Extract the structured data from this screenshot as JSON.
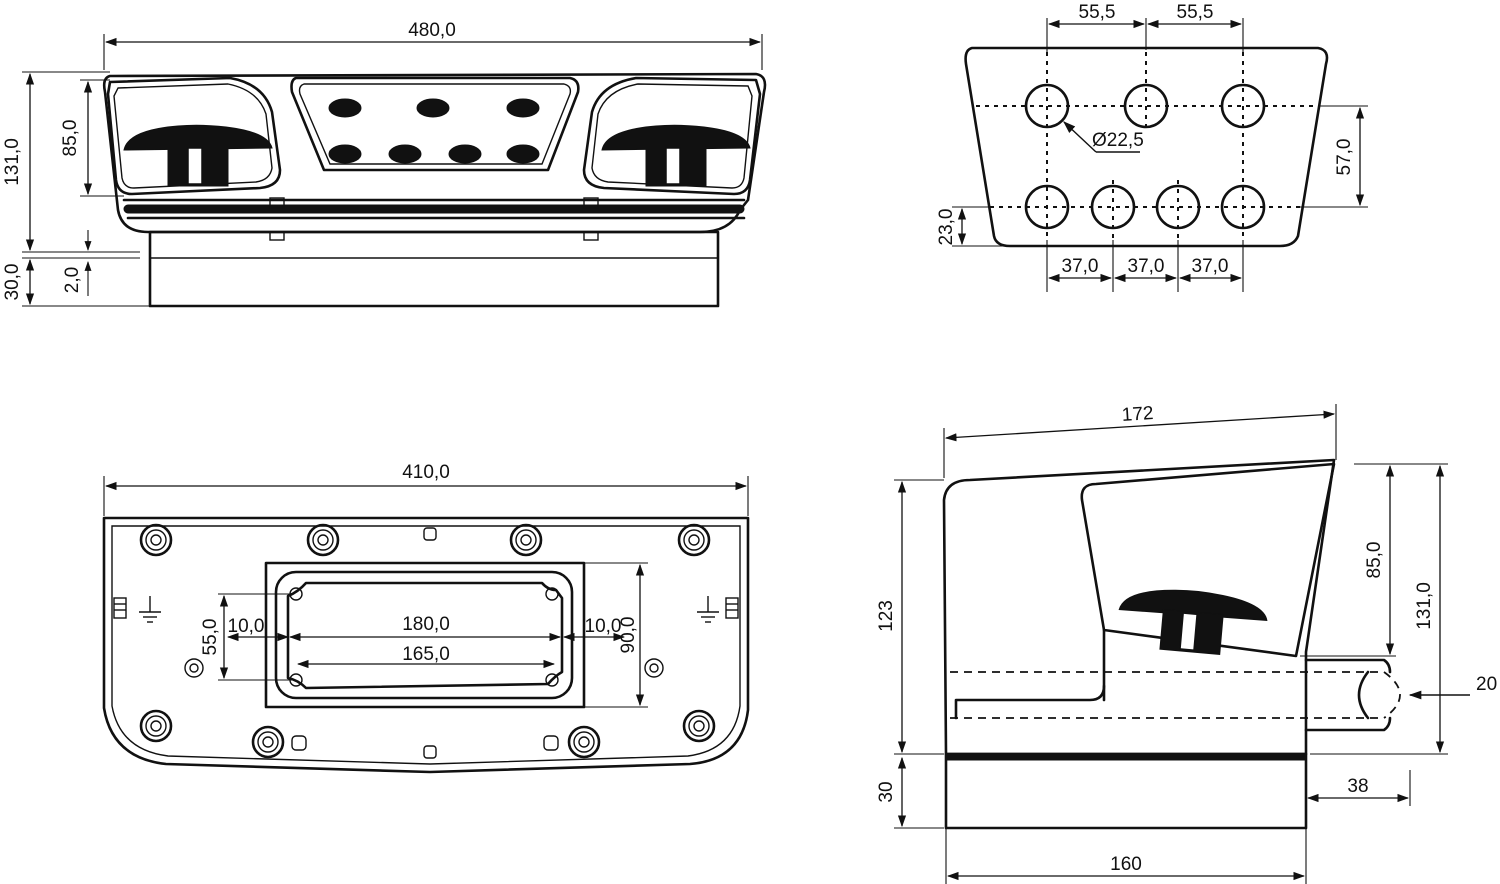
{
  "front_view": {
    "dim_width": "480,0",
    "dim_height_total": "131,0",
    "dim_height_upper": "85,0",
    "dim_base": "30,0",
    "dim_gap": "2,0"
  },
  "rear_view": {
    "dim_pitch_top_left": "55,5",
    "dim_pitch_top_right": "55,5",
    "dim_hole_diameter": "Ø22,5",
    "dim_row_spacing": "57,0",
    "dim_bottom_offset": "23,0",
    "dim_pitch_bottom_1": "37,0",
    "dim_pitch_bottom_2": "37,0",
    "dim_pitch_bottom_3": "37,0"
  },
  "bottom_view": {
    "dim_width": "410,0",
    "dim_cutout_outer": "180,0",
    "dim_cutout_inner": "165,0",
    "dim_left_offset": "10,0",
    "dim_right_offset": "10,0",
    "dim_cutout_height": "55,0",
    "dim_plate_height": "90,0"
  },
  "side_view": {
    "dim_top_length": "172",
    "dim_height_left": "123",
    "dim_height_upper": "85,0",
    "dim_height_total": "131,0",
    "dim_hole_offset": "20",
    "dim_base": "30",
    "dim_overhang": "38",
    "dim_base_length": "160"
  },
  "icons": [
    "ground-symbol-icon",
    "button-cap-icon"
  ]
}
